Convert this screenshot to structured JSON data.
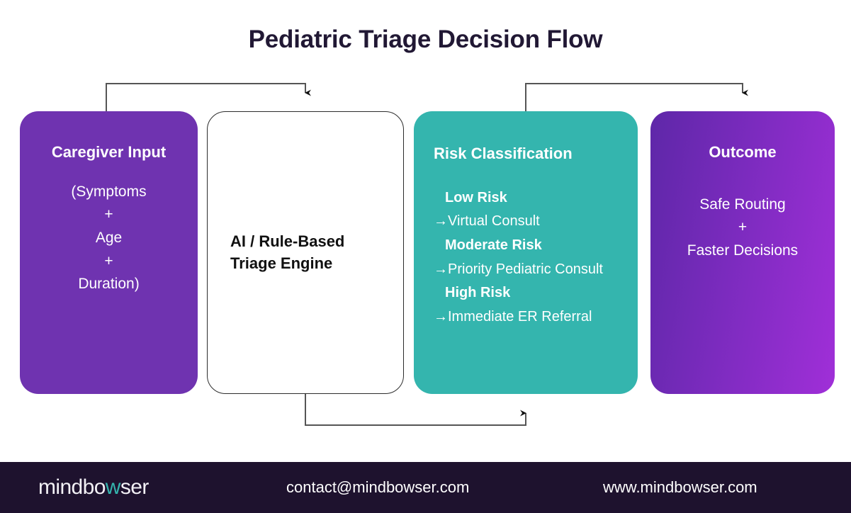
{
  "title": "Pediatric Triage Decision Flow",
  "colors": {
    "title": "#211834",
    "caregiver_card": "#6f33b0",
    "risk_card": "#34b5ae",
    "outcome_gradient_start": "#5e27a8",
    "outcome_gradient_end": "#a02fd8",
    "engine_card_bg": "#ffffff",
    "engine_card_border": "#2c2c2c",
    "footer_bg": "#1e122e",
    "footer_accent": "#34b5ae",
    "connector": "#555555"
  },
  "cards": {
    "caregiver": {
      "heading": "Caregiver Input",
      "lines": [
        "(Symptoms",
        "+",
        "Age",
        "+",
        "Duration)"
      ]
    },
    "engine": {
      "lines": [
        "AI / Rule-Based",
        "Triage Engine"
      ]
    },
    "risk": {
      "heading_lines": [
        "Risk",
        "Classification"
      ],
      "items": [
        {
          "label": "Low Risk",
          "arrow": "→",
          "action": "Virtual Consult"
        },
        {
          "label": "Moderate Risk",
          "arrow": "→",
          "action": "Priority Pediatric Consult"
        },
        {
          "label": "High Risk",
          "arrow": "→",
          "action": "Immediate ER Referral"
        }
      ]
    },
    "outcome": {
      "heading": "Outcome",
      "lines": [
        "Safe Routing",
        "+",
        "Faster Decisions"
      ]
    }
  },
  "connectors": [
    {
      "name": "caregiver-to-engine",
      "from": "Caregiver Input",
      "to": "AI / Rule-Based Triage Engine"
    },
    {
      "name": "risk-to-outcome",
      "from": "Risk Classification",
      "to": "Outcome"
    },
    {
      "name": "engine-to-risk",
      "from": "AI / Rule-Based Triage Engine",
      "to": "Risk Classification"
    }
  ],
  "footer": {
    "logo_pre": "mindbo",
    "logo_accent": "w",
    "logo_post": "ser",
    "email": "contact@mindbowser.com",
    "website": "www.mindbowser.com"
  }
}
